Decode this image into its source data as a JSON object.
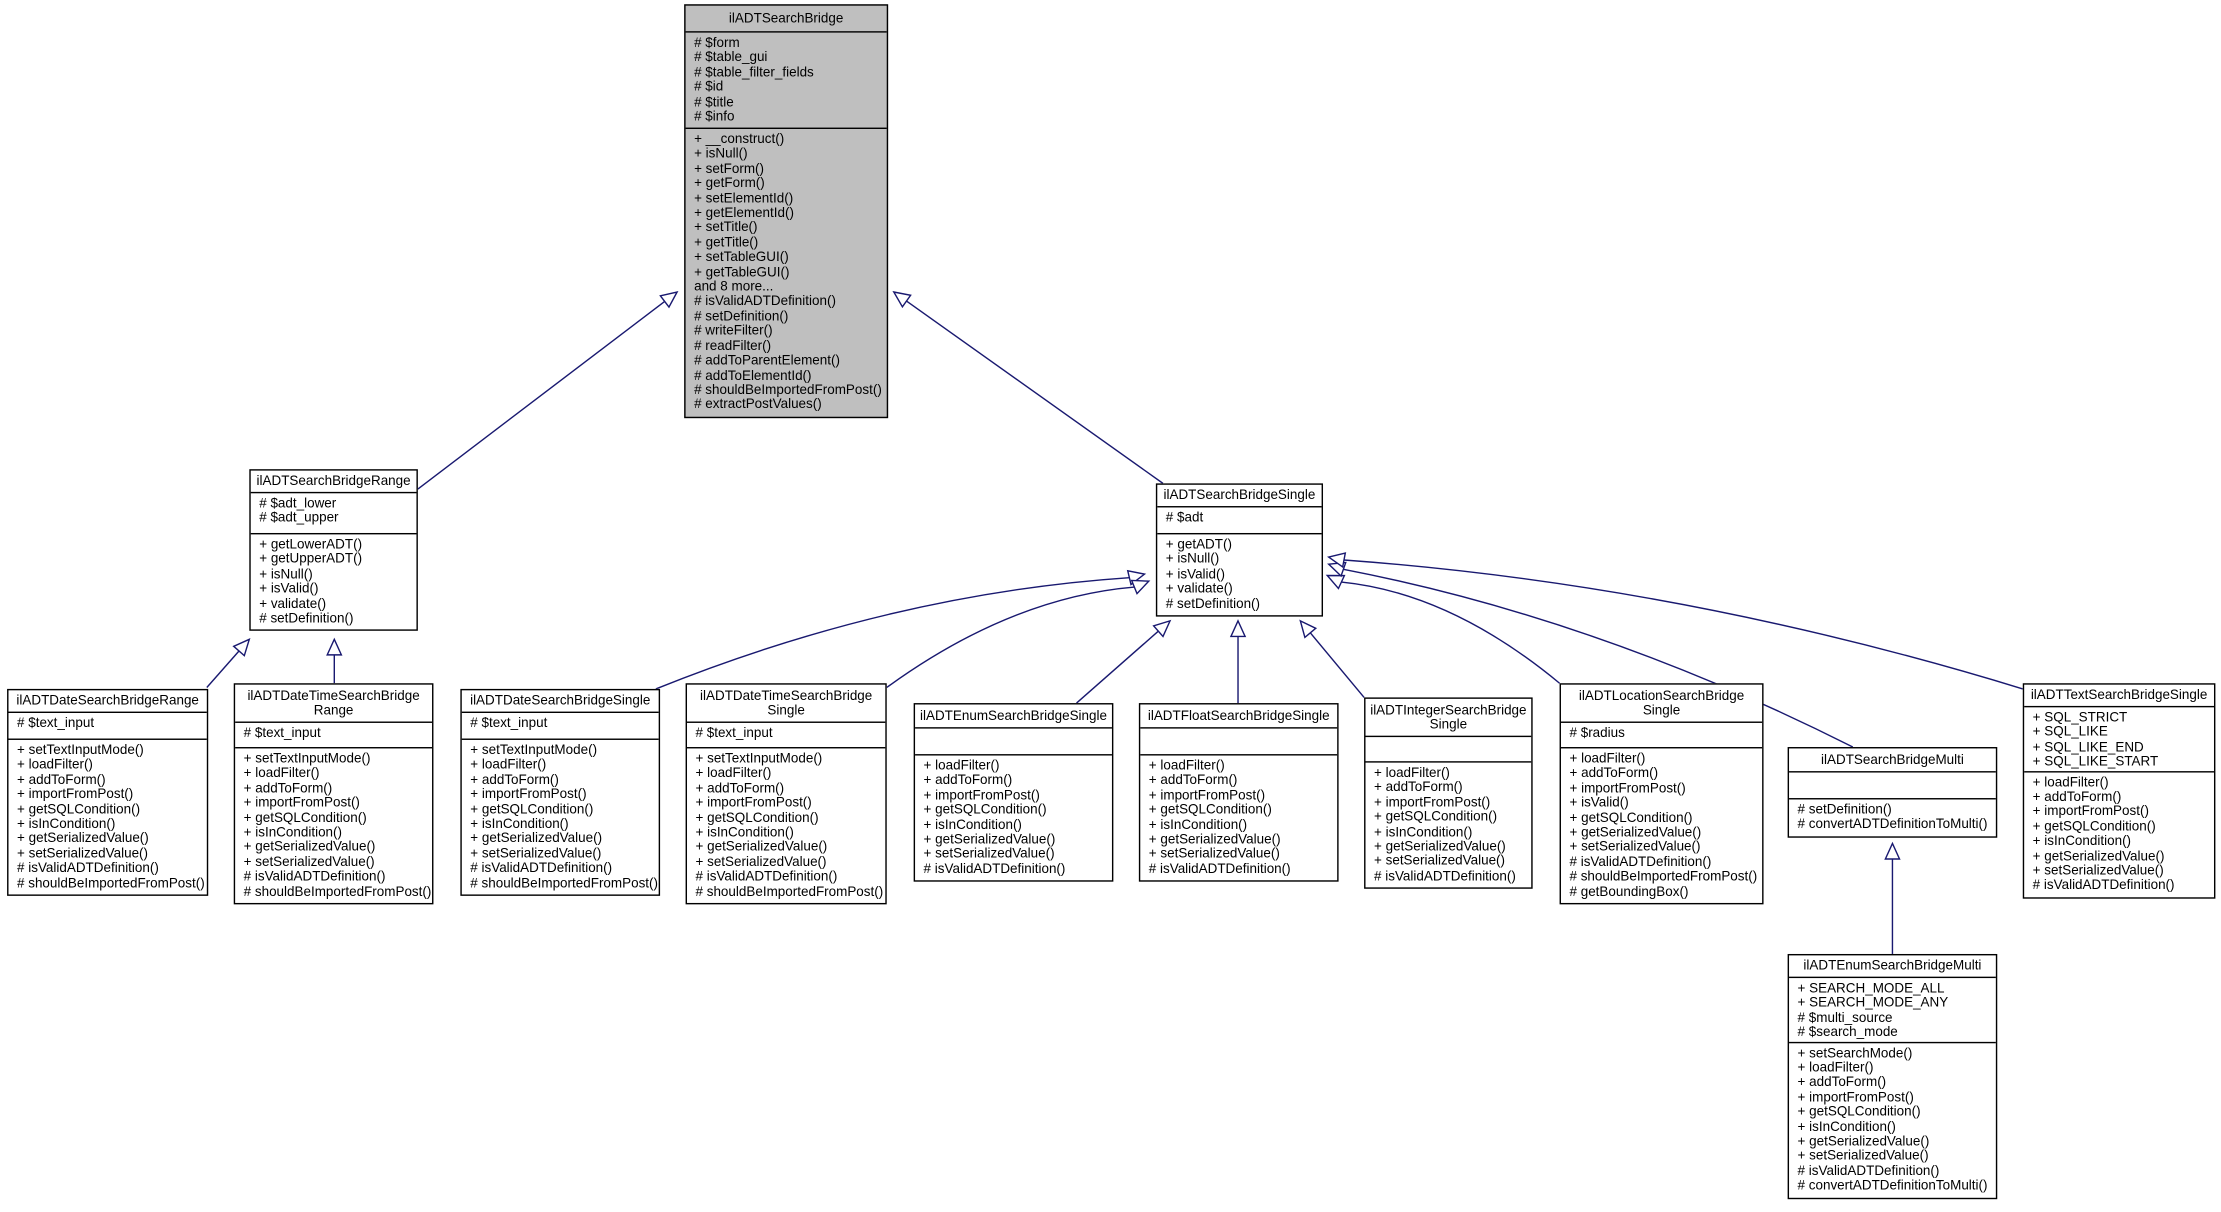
{
  "classes": [
    {
      "key": "base",
      "name": "ilADTSearchBridge",
      "attributes": [
        "# $form",
        "# $table_gui",
        "# $table_filter_fields",
        "# $id",
        "# $title",
        "# $info"
      ],
      "methods": [
        "+ __construct()",
        "+ isNull()",
        "+ setForm()",
        "+ getForm()",
        "+ setElementId()",
        "+ getElementId()",
        "+ setTitle()",
        "+ getTitle()",
        "+ setTableGUI()",
        "+ getTableGUI()",
        "and 8 more...",
        "# isValidADTDefinition()",
        "# setDefinition()",
        "# writeFilter()",
        "# readFilter()",
        "# addToParentElement()",
        "# addToElementId()",
        "# shouldBeImportedFromPost()",
        "# extractPostValues()"
      ]
    },
    {
      "key": "range",
      "name": "ilADTSearchBridgeRange",
      "attributes": [
        "# $adt_lower",
        "# $adt_upper"
      ],
      "methods": [
        "+ getLowerADT()",
        "+ getUpperADT()",
        "+ isNull()",
        "+ isValid()",
        "+ validate()",
        "# setDefinition()"
      ]
    },
    {
      "key": "single",
      "name": "ilADTSearchBridgeSingle",
      "attributes": [
        "# $adt"
      ],
      "methods": [
        "+ getADT()",
        "+ isNull()",
        "+ isValid()",
        "+ validate()",
        "# setDefinition()"
      ]
    },
    {
      "key": "dateRange",
      "name": "ilADTDateSearchBridgeRange",
      "attributes": [
        "# $text_input"
      ],
      "methods": [
        "+ setTextInputMode()",
        "+ loadFilter()",
        "+ addToForm()",
        "+ importFromPost()",
        "+ getSQLCondition()",
        "+ isInCondition()",
        "+ getSerializedValue()",
        "+ setSerializedValue()",
        "# isValidADTDefinition()",
        "# shouldBeImportedFromPost()"
      ]
    },
    {
      "key": "dateTimeRange",
      "name": "ilADTDateTimeSearchBridge\nRange",
      "attributes": [
        "# $text_input"
      ],
      "methods": [
        "+ setTextInputMode()",
        "+ loadFilter()",
        "+ addToForm()",
        "+ importFromPost()",
        "+ getSQLCondition()",
        "+ isInCondition()",
        "+ getSerializedValue()",
        "+ setSerializedValue()",
        "# isValidADTDefinition()",
        "# shouldBeImportedFromPost()"
      ]
    },
    {
      "key": "dateSingle",
      "name": "ilADTDateSearchBridgeSingle",
      "attributes": [
        "# $text_input"
      ],
      "methods": [
        "+ setTextInputMode()",
        "+ loadFilter()",
        "+ addToForm()",
        "+ importFromPost()",
        "+ getSQLCondition()",
        "+ isInCondition()",
        "+ getSerializedValue()",
        "+ setSerializedValue()",
        "# isValidADTDefinition()",
        "# shouldBeImportedFromPost()"
      ]
    },
    {
      "key": "dateTimeSingle",
      "name": "ilADTDateTimeSearchBridge\nSingle",
      "attributes": [
        "# $text_input"
      ],
      "methods": [
        "+ setTextInputMode()",
        "+ loadFilter()",
        "+ addToForm()",
        "+ importFromPost()",
        "+ getSQLCondition()",
        "+ isInCondition()",
        "+ getSerializedValue()",
        "+ setSerializedValue()",
        "# isValidADTDefinition()",
        "# shouldBeImportedFromPost()"
      ]
    },
    {
      "key": "enumSingle",
      "name": "ilADTEnumSearchBridgeSingle",
      "attributes": [],
      "methods": [
        "+ loadFilter()",
        "+ addToForm()",
        "+ importFromPost()",
        "+ getSQLCondition()",
        "+ isInCondition()",
        "+ getSerializedValue()",
        "+ setSerializedValue()",
        "# isValidADTDefinition()"
      ]
    },
    {
      "key": "floatSingle",
      "name": "ilADTFloatSearchBridgeSingle",
      "attributes": [],
      "methods": [
        "+ loadFilter()",
        "+ addToForm()",
        "+ importFromPost()",
        "+ getSQLCondition()",
        "+ isInCondition()",
        "+ getSerializedValue()",
        "+ setSerializedValue()",
        "# isValidADTDefinition()"
      ]
    },
    {
      "key": "integerSingle",
      "name": "ilADTIntegerSearchBridge\nSingle",
      "attributes": [],
      "methods": [
        "+ loadFilter()",
        "+ addToForm()",
        "+ importFromPost()",
        "+ getSQLCondition()",
        "+ isInCondition()",
        "+ getSerializedValue()",
        "+ setSerializedValue()",
        "# isValidADTDefinition()"
      ]
    },
    {
      "key": "locationSingle",
      "name": "ilADTLocationSearchBridge\nSingle",
      "attributes": [
        "# $radius"
      ],
      "methods": [
        "+ loadFilter()",
        "+ addToForm()",
        "+ importFromPost()",
        "+ isValid()",
        "+ getSQLCondition()",
        "+ getSerializedValue()",
        "+ setSerializedValue()",
        "# isValidADTDefinition()",
        "# shouldBeImportedFromPost()",
        "# getBoundingBox()"
      ]
    },
    {
      "key": "multi",
      "name": "ilADTSearchBridgeMulti",
      "attributes": [],
      "methods": [
        "# setDefinition()",
        "# convertADTDefinitionToMulti()"
      ]
    },
    {
      "key": "textSingle",
      "name": "ilADTTextSearchBridgeSingle",
      "attributes": [
        "+ SQL_STRICT",
        "+ SQL_LIKE",
        "+ SQL_LIKE_END",
        "+ SQL_LIKE_START"
      ],
      "methods": [
        "+ loadFilter()",
        "+ addToForm()",
        "+ importFromPost()",
        "+ getSQLCondition()",
        "+ isInCondition()",
        "+ getSerializedValue()",
        "+ setSerializedValue()",
        "# isValidADTDefinition()"
      ]
    },
    {
      "key": "enumMulti",
      "name": "ilADTEnumSearchBridgeMulti",
      "attributes": [
        "+ SEARCH_MODE_ALL",
        "+ SEARCH_MODE_ANY",
        "# $multi_source",
        "# $search_mode"
      ],
      "methods": [
        "+ setSearchMode()",
        "+ loadFilter()",
        "+ addToForm()",
        "+ importFromPost()",
        "+ getSQLCondition()",
        "+ isInCondition()",
        "+ getSerializedValue()",
        "+ setSerializedValue()",
        "# isValidADTDefinition()",
        "# convertADTDefinitionToMulti()"
      ]
    }
  ],
  "inheritance": [
    {
      "child": "range",
      "parent": "base"
    },
    {
      "child": "single",
      "parent": "base"
    },
    {
      "child": "dateRange",
      "parent": "range"
    },
    {
      "child": "dateTimeRange",
      "parent": "range"
    },
    {
      "child": "dateSingle",
      "parent": "single"
    },
    {
      "child": "dateTimeSingle",
      "parent": "single"
    },
    {
      "child": "enumSingle",
      "parent": "single"
    },
    {
      "child": "floatSingle",
      "parent": "single"
    },
    {
      "child": "integerSingle",
      "parent": "single"
    },
    {
      "child": "locationSingle",
      "parent": "single"
    },
    {
      "child": "multi",
      "parent": "single"
    },
    {
      "child": "textSingle",
      "parent": "single"
    },
    {
      "child": "enumMulti",
      "parent": "multi"
    }
  ],
  "colors": {
    "edge": "#191970",
    "focus_fill": "#bfbfbf",
    "box_fill": "#ffffff",
    "border": "#000000"
  }
}
